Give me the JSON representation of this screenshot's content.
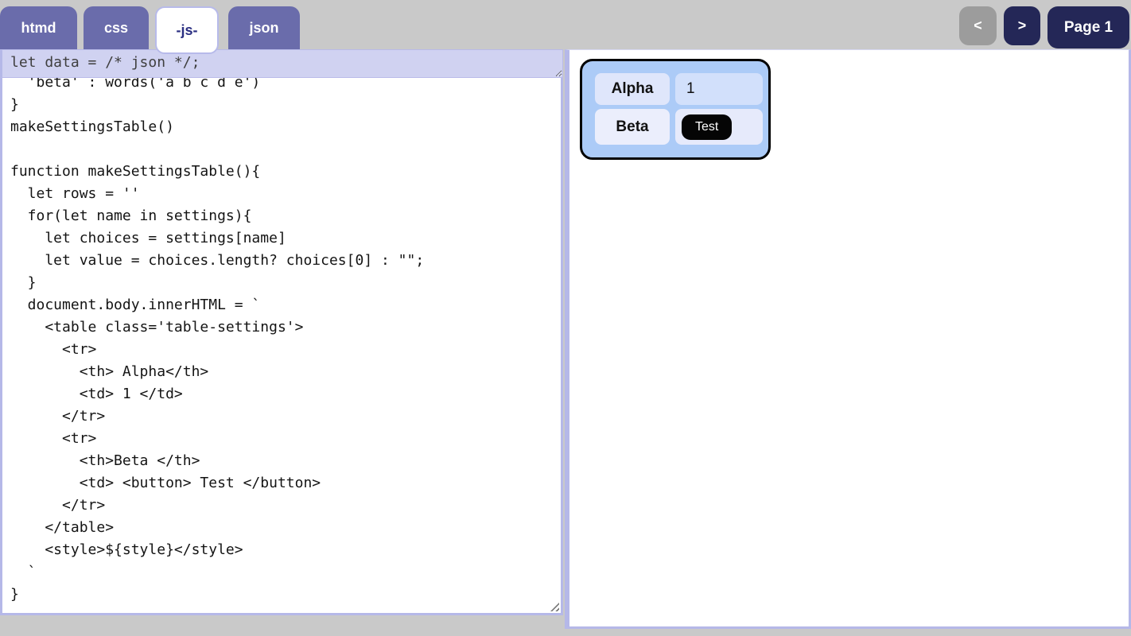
{
  "tabs": [
    {
      "label": "htmd",
      "active": false
    },
    {
      "label": "css",
      "active": false
    },
    {
      "label": "-js-",
      "active": true
    },
    {
      "label": "json",
      "active": false
    }
  ],
  "pager": {
    "prev_label": "<",
    "next_label": ">",
    "page_label": "Page 1"
  },
  "editor": {
    "data_line": "let data = /* json */;",
    "code": "  'beta' : words('a b c d e')\n}\nmakeSettingsTable()\n\nfunction makeSettingsTable(){\n  let rows = ''\n  for(let name in settings){\n    let choices = settings[name]\n    let value = choices.length? choices[0] : \"\";\n  }\n  document.body.innerHTML = `\n    <table class='table-settings'>\n      <tr>\n        <th> Alpha</th>\n        <td> 1 </td>\n      </tr>\n      <tr>\n        <th>Beta </th>\n        <td> <button> Test </button>\n      </tr>\n    </table>\n    <style>${style}</style>\n  `\n}"
  },
  "preview": {
    "row1": {
      "header": "Alpha",
      "value": "1"
    },
    "row2": {
      "header": "Beta",
      "button_label": "Test"
    }
  },
  "colors": {
    "page_background": "#c9c9c9",
    "tab_purple": "#6a6cab",
    "active_tab_text": "#2b2f82",
    "navy_button": "#242757",
    "disabled_gray_button": "#9c9c9c",
    "lavender_input": "#d0d2f1",
    "periwinkle_border": "#b5b8e8",
    "card_blue": "#accbf7",
    "test_button_black": "#050505"
  }
}
